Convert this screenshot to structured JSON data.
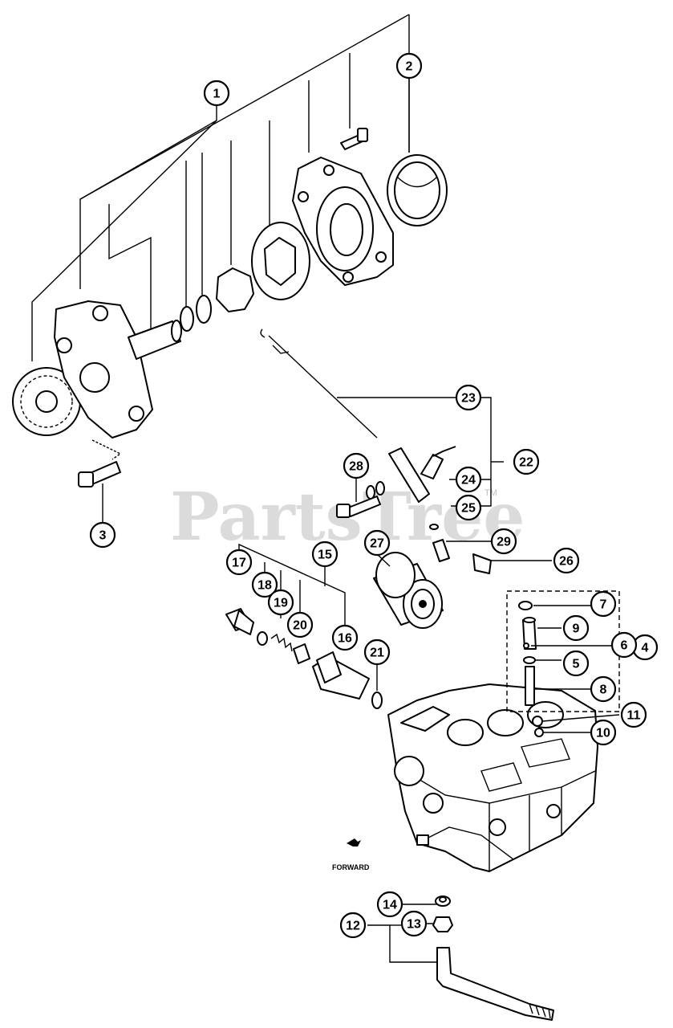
{
  "watermark": {
    "text": "PartsTree",
    "trademark": "TM"
  },
  "direction_label": "FORWARD",
  "callouts": [
    "1",
    "2",
    "3",
    "4",
    "5",
    "6",
    "7",
    "8",
    "9",
    "10",
    "11",
    "12",
    "13",
    "14",
    "15",
    "16",
    "17",
    "18",
    "19",
    "20",
    "21",
    "22",
    "23",
    "24",
    "25",
    "26",
    "27",
    "28",
    "29"
  ]
}
